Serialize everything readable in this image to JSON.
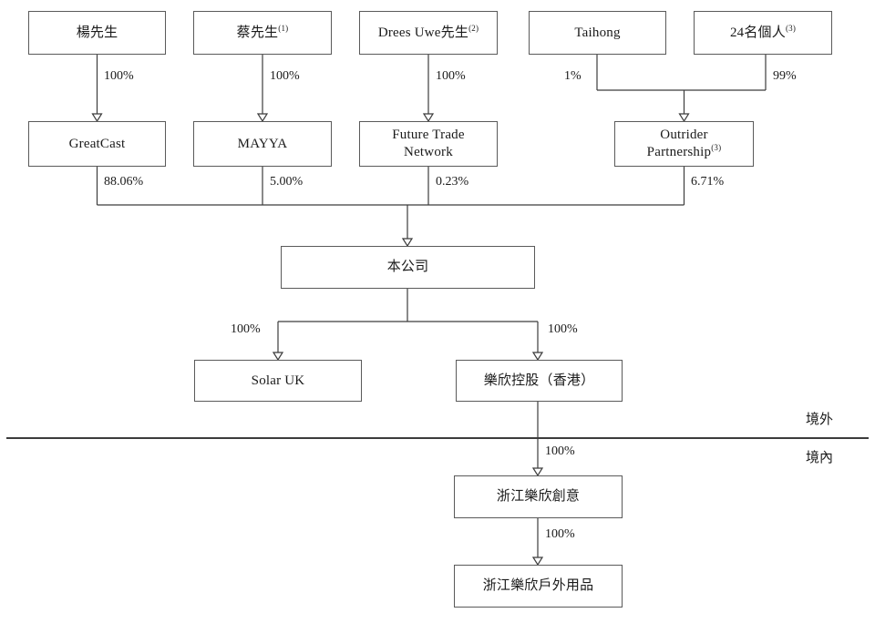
{
  "diagram": {
    "title": "Shareholding and corporate structure chart",
    "colors": {
      "box_border": "#5a5a5a",
      "line": "#3c3c3c",
      "text": "#1a1a1a",
      "background": "#ffffff"
    },
    "nodes": [
      {
        "id": "yang",
        "label": "楊先生",
        "sup": ""
      },
      {
        "id": "cai",
        "label": "蔡先生",
        "sup": "(1)"
      },
      {
        "id": "drees",
        "label": "Drees Uwe先生",
        "sup": "(2)"
      },
      {
        "id": "taihong",
        "label": "Taihong",
        "sup": ""
      },
      {
        "id": "individuals",
        "label": "24名個人",
        "sup": "(3)"
      },
      {
        "id": "greatcast",
        "label": "GreatCast",
        "sup": ""
      },
      {
        "id": "mayya",
        "label": "MAYYA",
        "sup": ""
      },
      {
        "id": "ftn",
        "label": "Future Trade\nNetwork",
        "sup": ""
      },
      {
        "id": "outrider",
        "label": "Outrider\nPartnership",
        "sup": "(3)"
      },
      {
        "id": "company",
        "label": "本公司",
        "sup": ""
      },
      {
        "id": "solaruk",
        "label": "Solar UK",
        "sup": ""
      },
      {
        "id": "lexinhk",
        "label": "樂欣控股（香港）",
        "sup": ""
      },
      {
        "id": "lexincy",
        "label": "浙江樂欣創意",
        "sup": ""
      },
      {
        "id": "lexinout",
        "label": "浙江樂欣戶外用品",
        "sup": ""
      }
    ],
    "edges": [
      {
        "from": "yang",
        "to": "greatcast",
        "percent": "100%"
      },
      {
        "from": "cai",
        "to": "mayya",
        "percent": "100%"
      },
      {
        "from": "drees",
        "to": "ftn",
        "percent": "100%"
      },
      {
        "from": "taihong",
        "to": "outrider",
        "percent": "1%"
      },
      {
        "from": "individuals",
        "to": "outrider",
        "percent": "99%"
      },
      {
        "from": "greatcast",
        "to": "company",
        "percent": "88.06%"
      },
      {
        "from": "mayya",
        "to": "company",
        "percent": "5.00%"
      },
      {
        "from": "ftn",
        "to": "company",
        "percent": "0.23%"
      },
      {
        "from": "outrider",
        "to": "company",
        "percent": "6.71%"
      },
      {
        "from": "company",
        "to": "solaruk",
        "percent": "100%"
      },
      {
        "from": "company",
        "to": "lexinhk",
        "percent": "100%"
      },
      {
        "from": "lexinhk",
        "to": "lexincy",
        "percent": "100%"
      },
      {
        "from": "lexincy",
        "to": "lexinout",
        "percent": "100%"
      }
    ],
    "regions": {
      "offshore_label": "境外",
      "onshore_label": "境內"
    }
  }
}
